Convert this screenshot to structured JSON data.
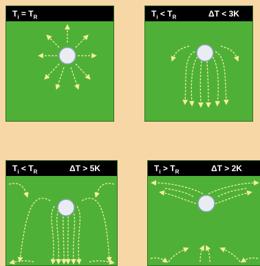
{
  "panels": [
    {
      "condition": "T_i = T_R",
      "condition_main": "T",
      "sub1": "i",
      "op": " = ",
      "main2": "T",
      "sub2": "R",
      "delta": ""
    },
    {
      "condition": "T_i < T_R",
      "condition_main": "T",
      "sub1": "i",
      "op": " < ",
      "main2": "T",
      "sub2": "R",
      "delta": "ΔT < 3K"
    },
    {
      "condition": "T_i < T_R",
      "condition_main": "T",
      "sub1": "i",
      "op": " < ",
      "main2": "T",
      "sub2": "R",
      "delta": "ΔT > 5K"
    },
    {
      "condition": "T_i > T_R",
      "condition_main": "T",
      "sub1": "i",
      "op": " > ",
      "main2": "T",
      "sub2": "R",
      "delta": "ΔT > 2K"
    }
  ],
  "colors": {
    "background": "#f7d7a6",
    "panel_field": "#4fb038",
    "header": "#000000",
    "arrows": "#f3f0a0",
    "sphere_fill": "#e9edf2",
    "sphere_edge": "#8aa2b8"
  }
}
